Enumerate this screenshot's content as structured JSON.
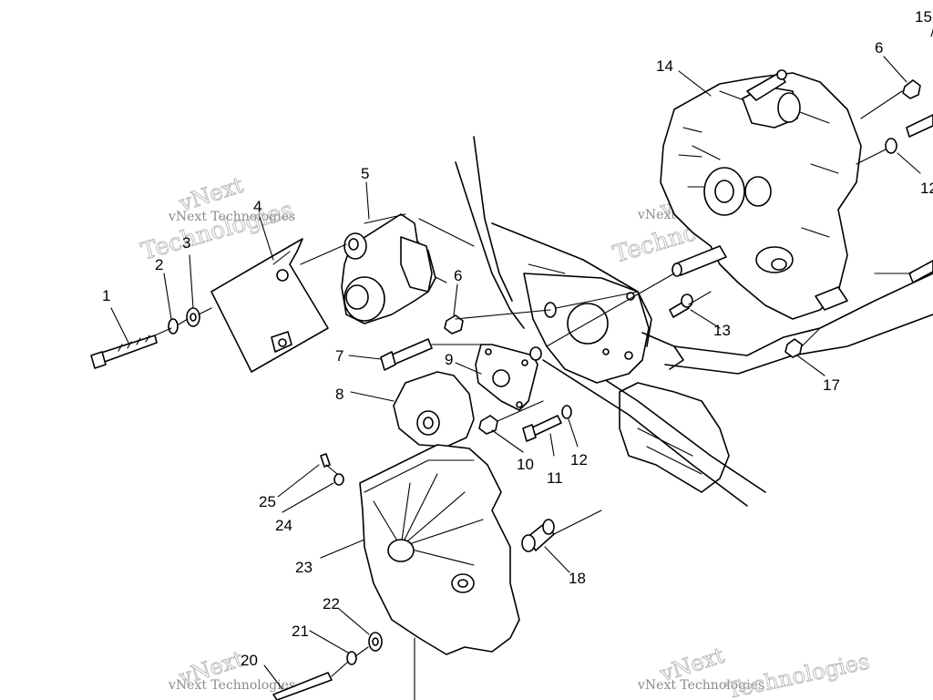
{
  "labels": [
    "1",
    "2",
    "3",
    "4",
    "5",
    "6",
    "7",
    "8",
    "9",
    "10",
    "11",
    "12",
    "13",
    "14",
    "15",
    "6",
    "12",
    "17",
    "18",
    "20",
    "21",
    "22",
    "23",
    "24",
    "25"
  ],
  "watermarks": {
    "small_text": "vNext Technologies",
    "big_text_1": "vNext",
    "big_text_2": "Technologies"
  }
}
